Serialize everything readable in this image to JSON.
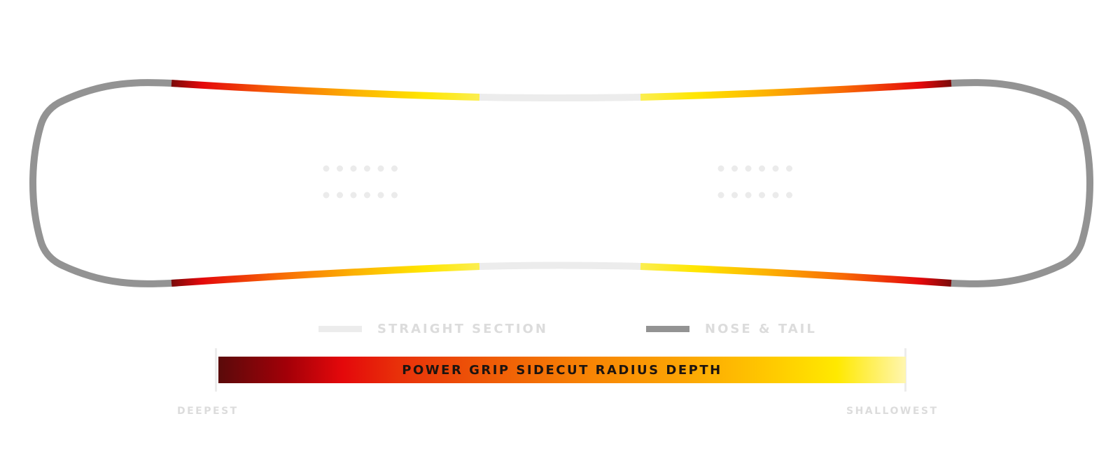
{
  "legend": {
    "straight_label": "STRAIGHT SECTION",
    "nose_label": "NOSE & TAIL"
  },
  "scale": {
    "title": "POWER GRIP SIDECUT RADIUS DEPTH",
    "left_label": "DEEPEST",
    "right_label": "SHALLOWEST"
  },
  "colors": {
    "straight_section": "#ececec",
    "nose_tail": "#939393",
    "insert_dot": "#ebebeb",
    "gradient_stops": [
      "#5a0a0a",
      "#a30008",
      "#e4080b",
      "#e8300a",
      "#ef5c07",
      "#f88704",
      "#fca604",
      "#ffc800",
      "#ffe900",
      "#fff6b0"
    ]
  },
  "inserts": {
    "rows_per_group": 2,
    "holes_per_row": 6,
    "groups": 2
  }
}
